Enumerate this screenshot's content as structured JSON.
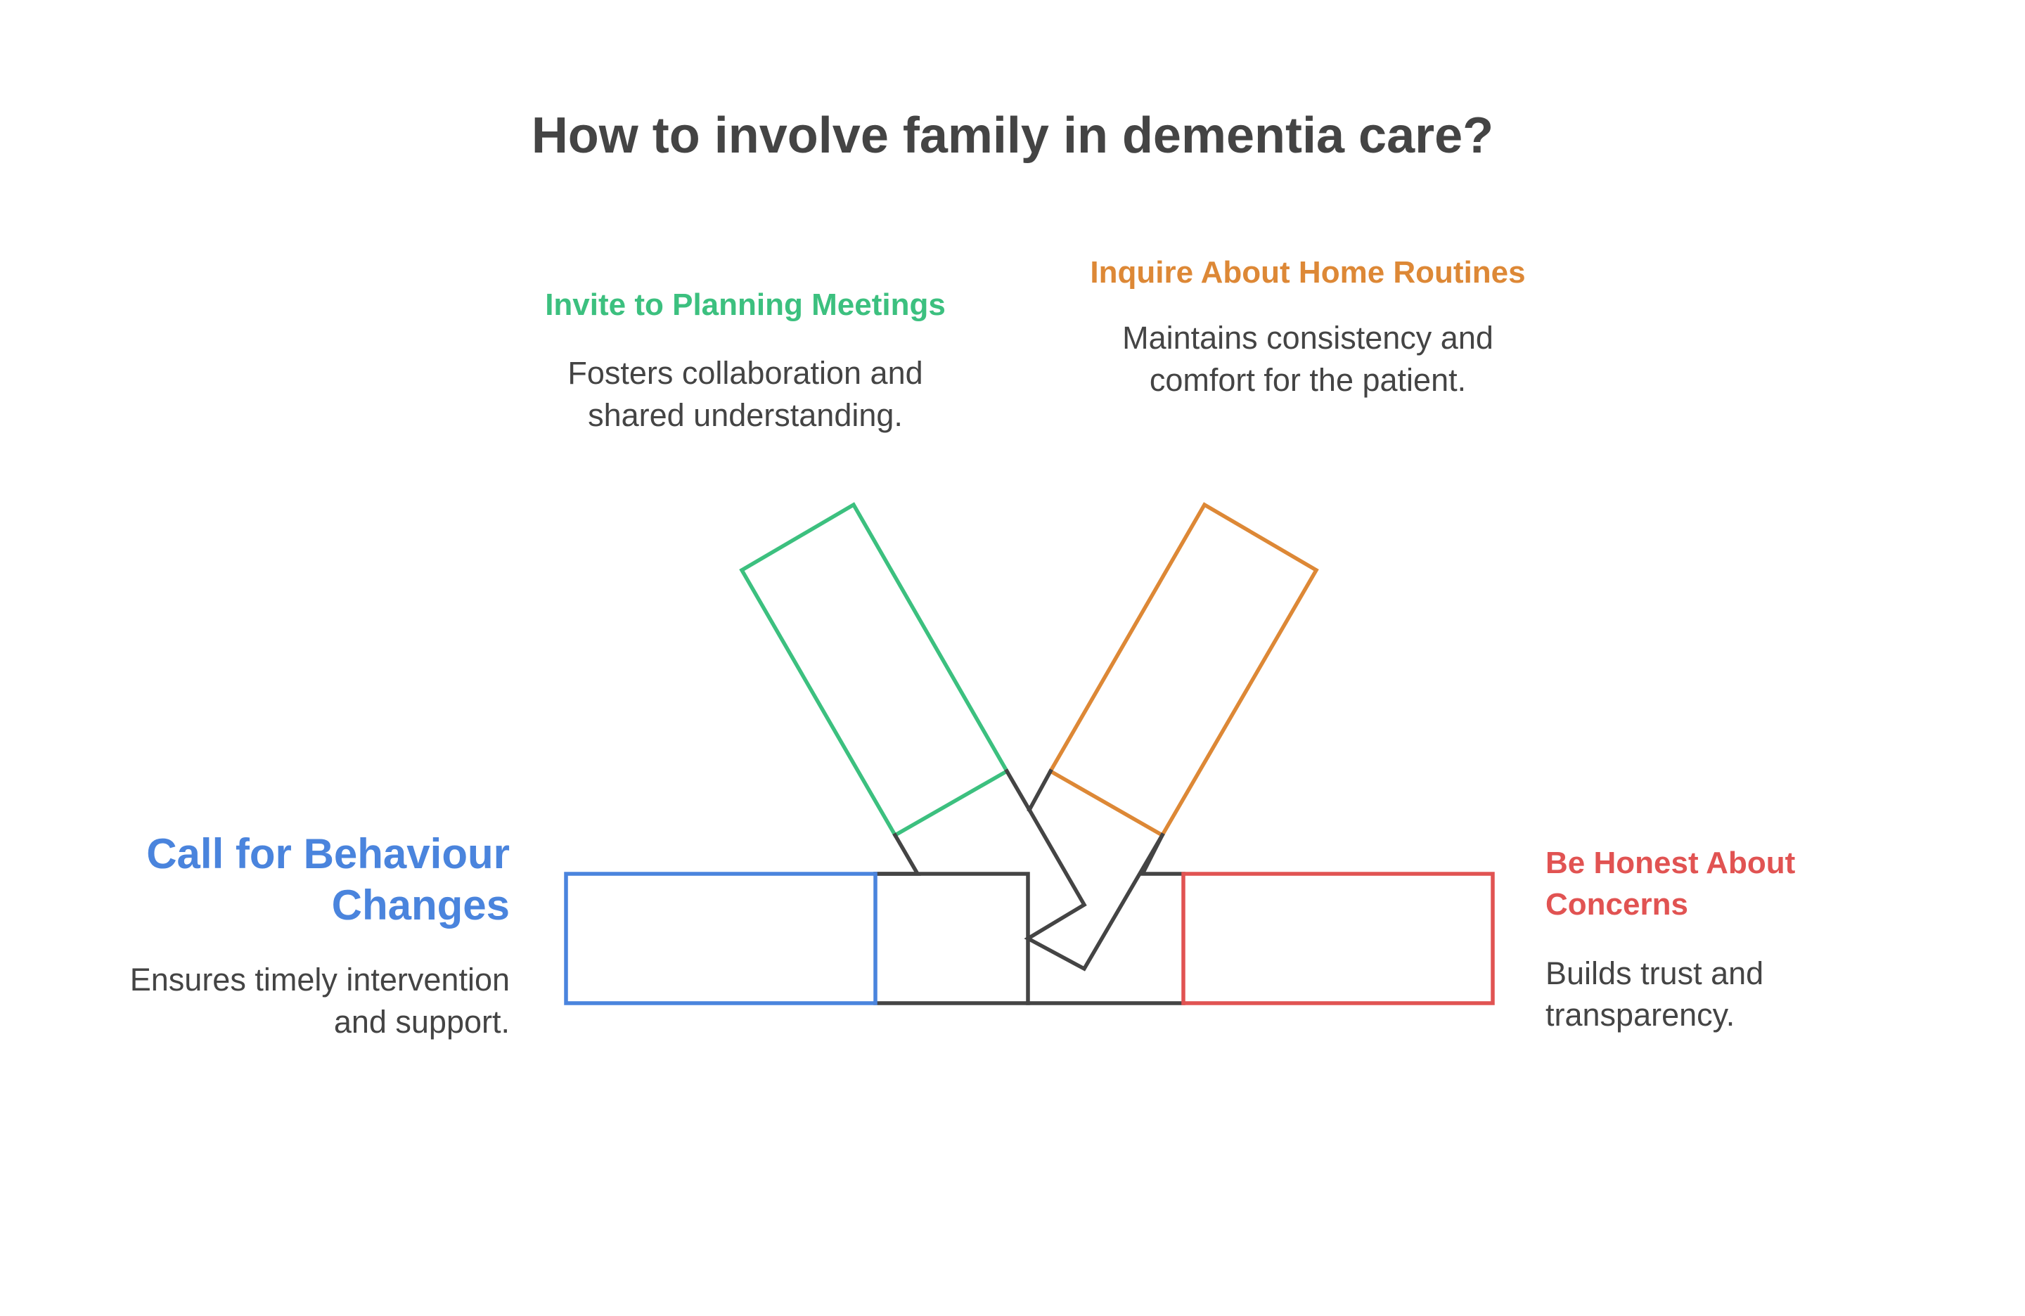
{
  "title": "How to involve family in dementia care?",
  "colors": {
    "green": "#3cc07f",
    "orange": "#dd8836",
    "blue": "#4a84dd",
    "red": "#e15352",
    "dark": "#444444"
  },
  "items": [
    {
      "id": "invite",
      "color": "green",
      "title": "Invite to Planning Meetings",
      "description": "Fosters collaboration and shared understanding."
    },
    {
      "id": "inquire",
      "color": "orange",
      "title": "Inquire About Home Routines",
      "description": "Maintains consistency and comfort for the patient."
    },
    {
      "id": "call",
      "color": "blue",
      "title": "Call for Behaviour Changes",
      "description": "Ensures timely intervention and support."
    },
    {
      "id": "honest",
      "color": "red",
      "title": "Be Honest About Concerns",
      "description": "Builds trust and transparency."
    }
  ]
}
